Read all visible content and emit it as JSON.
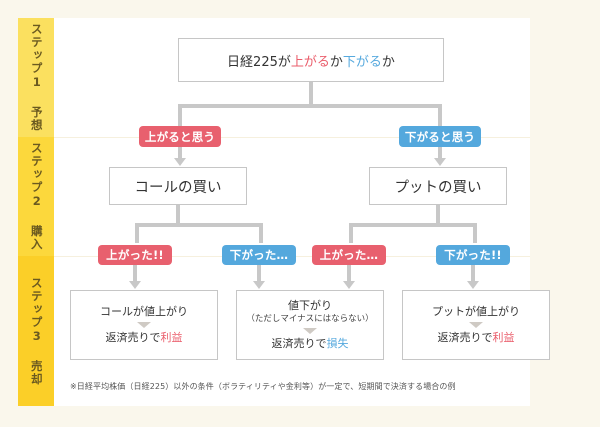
{
  "theme": {
    "page_background": "#faf7ec",
    "panel_background": "#ffffff",
    "connector_gray": "#c8c8c8",
    "box_border": "#c6c6c6",
    "accent_red": "#e8606e",
    "accent_blue": "#54a8dd",
    "text_red": "#ea5d6b",
    "text_blue": "#56a9de",
    "step_yellow_1": "#fbe05f",
    "step_yellow_2": "#fcd83c",
    "step_yellow_3": "#fbcf28",
    "step_text": "#6b5a20"
  },
  "steps": [
    {
      "label": "ステップ1 予想",
      "number": "1",
      "name": "予想",
      "color": "#fbe05f"
    },
    {
      "label": "ステップ2 購入",
      "number": "2",
      "name": "購入",
      "color": "#fcd83c"
    },
    {
      "label": "ステップ3 売却",
      "number": "3",
      "name": "売却",
      "color": "#fbcf28"
    }
  ],
  "root": {
    "prefix": "日経225が",
    "up": "上がる",
    "mid": "か",
    "down": "下がる",
    "suffix": "か",
    "full_text": "日経225が上がるか下がるか"
  },
  "decision_labels": [
    {
      "text": "上がると思う",
      "tone": "red"
    },
    {
      "text": "下がると思う",
      "tone": "blue"
    }
  ],
  "positions": [
    {
      "text": "コールの買い"
    },
    {
      "text": "プットの買い"
    }
  ],
  "outcome_labels": [
    {
      "text": "上がった!!",
      "tone": "red"
    },
    {
      "text": "下がった…",
      "tone": "blue"
    },
    {
      "text": "上がった…",
      "tone": "red"
    },
    {
      "text": "下がった!!",
      "tone": "blue"
    }
  ],
  "outcomes": [
    {
      "head": "コールが値上がり",
      "sub": "",
      "tail_prefix": "返済売りで",
      "tail_value": "利益",
      "tail_tone": "red"
    },
    {
      "head": "値下がり",
      "sub": "（ただしマイナスにはならない）",
      "tail_prefix": "返済売りで",
      "tail_value": "損失",
      "tail_tone": "blue"
    },
    {
      "head": "プットが値上がり",
      "sub": "",
      "tail_prefix": "返済売りで",
      "tail_value": "利益",
      "tail_tone": "red"
    }
  ],
  "footnote": {
    "text": "※日経平均株価（日経225）以外の条件（ボラティリティや金利等）が一定で、短期間で決済する場合の例"
  }
}
